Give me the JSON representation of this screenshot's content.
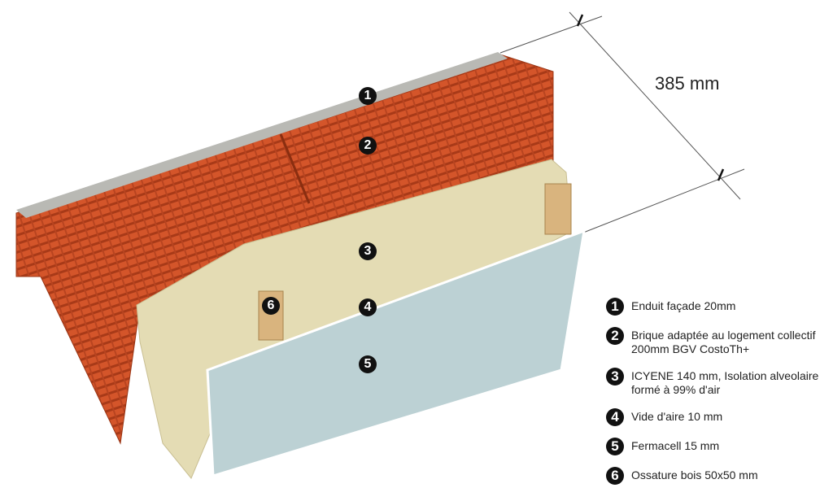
{
  "dimension": "385 mm",
  "markers": [
    "1",
    "2",
    "3",
    "4",
    "5",
    "6"
  ],
  "legend": [
    {
      "num": "1",
      "text": "Enduit façade 20mm"
    },
    {
      "num": "2",
      "text": "Brique adaptée au logement collectif 200mm BGV CostoTh+"
    },
    {
      "num": "3",
      "text": "ICYENE 140 mm, Isolation alveolaire formé à 99% d'air"
    },
    {
      "num": "4",
      "text": "Vide d'aire 10 mm"
    },
    {
      "num": "5",
      "text": "Fermacell 15 mm"
    },
    {
      "num": "6",
      "text": "Ossature bois 50x50 mm"
    }
  ],
  "colors": {
    "brick": "#d4552a",
    "enduit": "#b9b9b4",
    "insulation": "#e4dcb4",
    "fermacell": "#bcd1d4",
    "wood": "#d9b47e"
  }
}
